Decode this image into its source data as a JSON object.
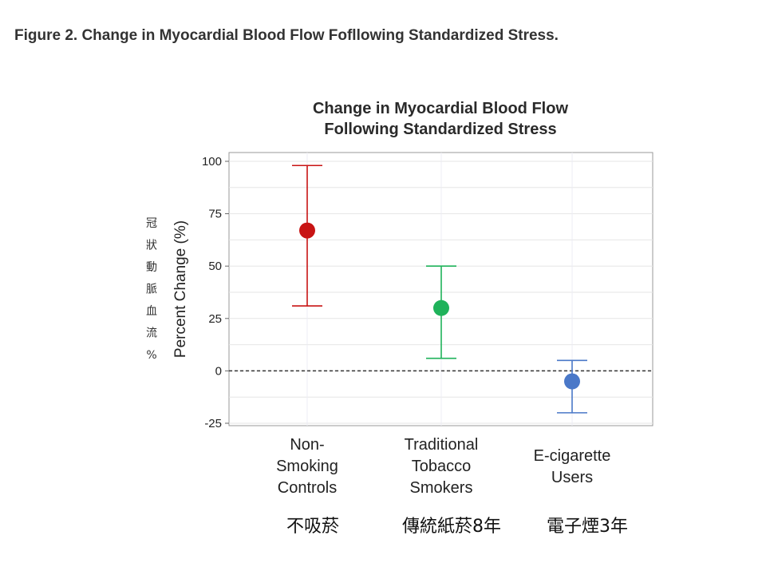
{
  "caption": "Figure 2. Change in Myocardial Blood Flow Fofllowing Standardized Stress.",
  "chart_data": {
    "type": "scatter",
    "title_lines": [
      "Change in Myocardial Blood Flow",
      "Following Standardized Stress"
    ],
    "ylabel": "Percent Change (%)",
    "ylabel_cjk": [
      "冠",
      "狀",
      "動",
      "脈",
      "血",
      "流",
      "%"
    ],
    "ylim": [
      -25,
      100
    ],
    "yticks": [
      "100",
      "75",
      "50",
      "25",
      "0",
      "-25"
    ],
    "grid": true,
    "reference_line": {
      "y": 0,
      "style": "dashed"
    },
    "categories": [
      [
        "Non-",
        "Smoking",
        "Controls"
      ],
      [
        "Traditional",
        "Tobacco",
        "Smokers"
      ],
      [
        "E-cigarette",
        "Users"
      ]
    ],
    "categories_cjk": [
      "不吸菸",
      "傳統紙菸8年",
      "電子煙3年"
    ],
    "points": [
      {
        "mean": 67,
        "low": 31,
        "high": 98,
        "color": "#c81414"
      },
      {
        "mean": 30,
        "low": 6,
        "high": 50,
        "color": "#1fb25a"
      },
      {
        "mean": -5,
        "low": -20,
        "high": 5,
        "color": "#4a78c8"
      }
    ]
  }
}
